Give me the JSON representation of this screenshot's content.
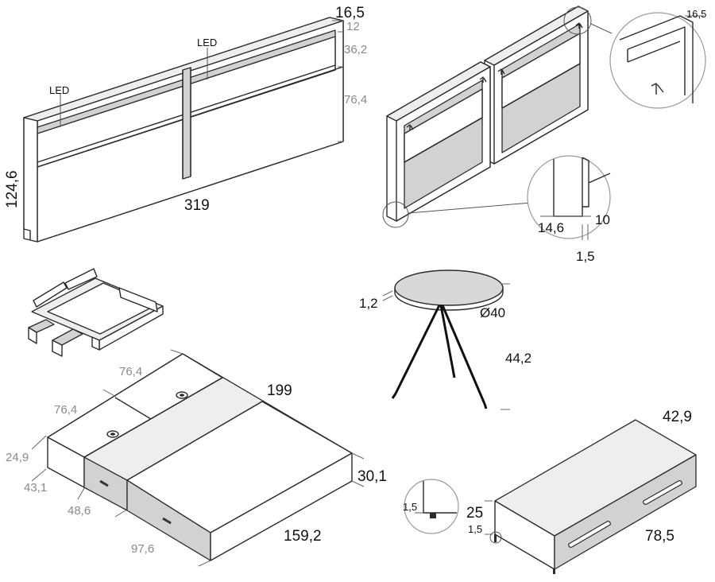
{
  "diagram": {
    "headboard_front": {
      "led_left": "LED",
      "led_right": "LED",
      "depth": "16,5",
      "top_shelf": "12",
      "shelf_height": "36,2",
      "panel_height": "76,4",
      "total_height": "124,6",
      "total_width": "319"
    },
    "headboard_back": {
      "detail_depth": "16,5",
      "detail_width": "14,6",
      "detail_height": "10",
      "detail_gap": "1,5"
    },
    "side_table": {
      "top_thickness": "1,2",
      "diameter": "Ø40",
      "height": "44,2"
    },
    "bed_base": {
      "lid_depth_back": "76,4",
      "lid_depth_front": "76,4",
      "length": "199",
      "left_height": "24,9",
      "right_height": "30,1",
      "left_width": "43,1",
      "drawer_width": "48,6",
      "drawer_width_2": "97,6",
      "total_width": "159,2"
    },
    "drawer_unit": {
      "depth": "42,9",
      "height": "25",
      "foot_height": "1,5",
      "detail_foot": "1,5",
      "width": "78,5"
    }
  }
}
